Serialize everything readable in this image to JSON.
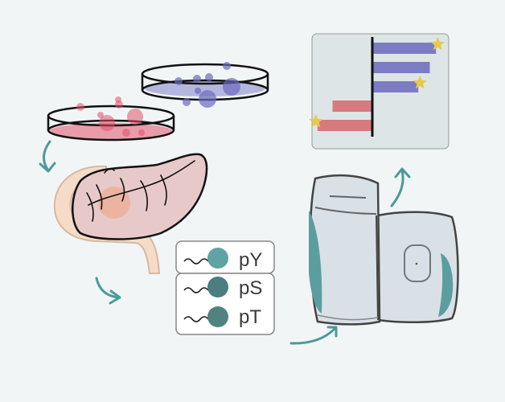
{
  "modifications": {
    "pY": "pY",
    "pS": "pS",
    "pT": "pT"
  },
  "colors": {
    "background": "#f1f5f6",
    "red_cells": "#e0506a",
    "blue_cells": "#6b6bbf",
    "teal": "#5c9ea0",
    "arrow": "#4d9a96",
    "pancreas": "#e8c9c9",
    "tumor": "#f0a080",
    "duodenum": "#f5dcc8",
    "panel": "#dde5e6",
    "chart_red": "#d67a80",
    "chart_blue": "#7c7cc4",
    "star": "#e8c94a",
    "ms_box": "#dde2e6"
  },
  "chart_data": {
    "type": "bar",
    "orientation": "horizontal",
    "values": [
      0.72,
      0.65,
      0.52,
      -0.45,
      -0.62
    ],
    "starred": [
      true,
      false,
      true,
      false,
      true
    ],
    "grid": false
  }
}
